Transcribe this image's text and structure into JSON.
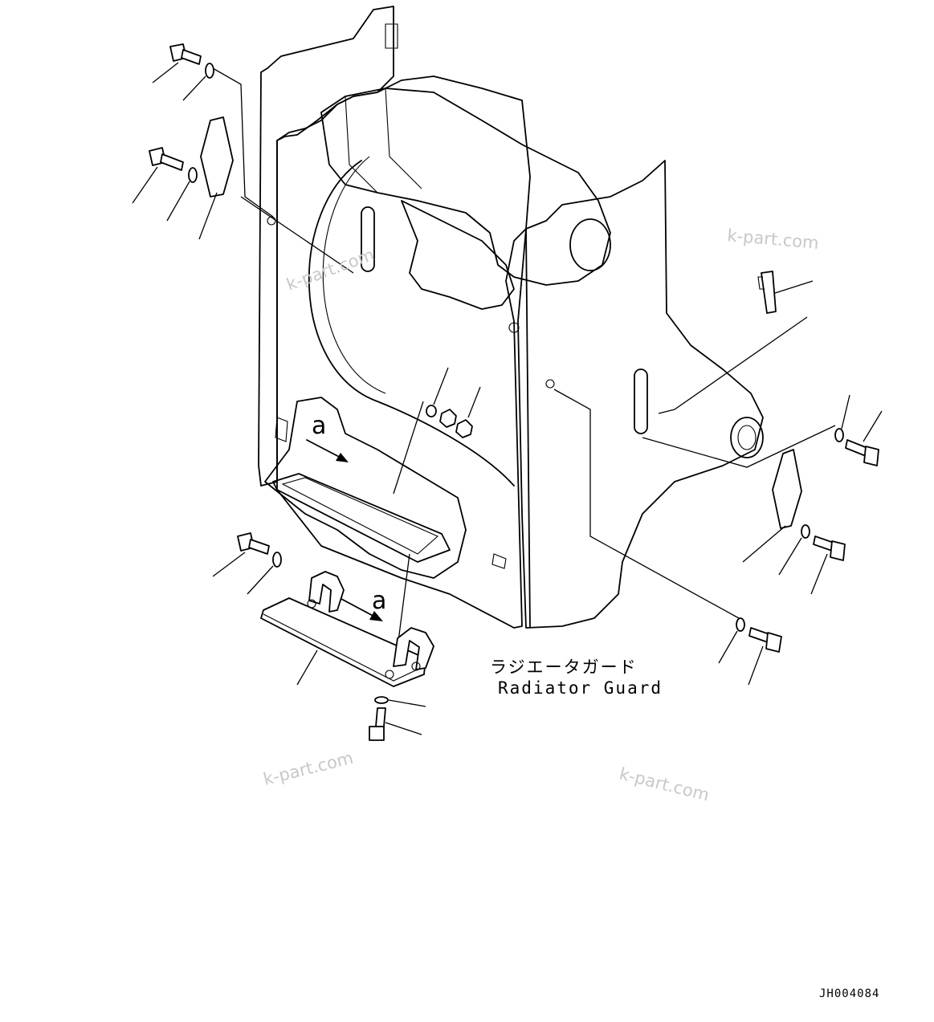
{
  "diagram": {
    "caption_jp": "ラジエータガード",
    "caption_en": "Radiator Guard",
    "view_label": "a",
    "drawing_code": "JH004084",
    "watermark": "k-part.com"
  }
}
